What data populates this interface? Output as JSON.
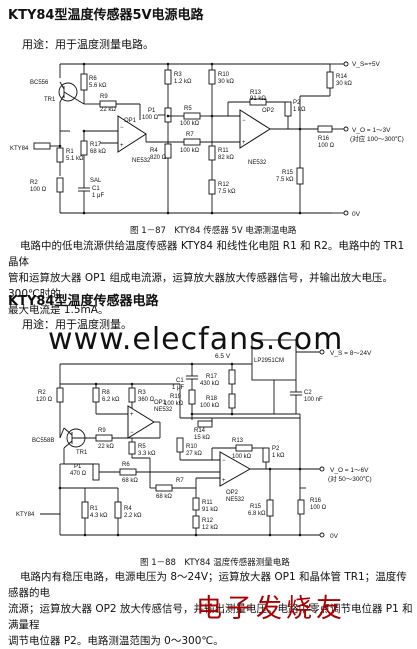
{
  "section1": {
    "title": "KTY84型温度传感器5V电源电路",
    "usage": "用途：用于温度测量电路。",
    "caption": "图 1－87　KTY84 传感器 5V 电源测温电路",
    "labels": {
      "vs": "V_S=+5V",
      "bc556": "BC556",
      "tr1": "TR1",
      "r6": "R6",
      "r6v": "5.6 kΩ",
      "r9": "R9",
      "r9v": "22 kΩ",
      "kty84": "KTY84",
      "r1": "R1",
      "r1v": "5.1 kΩ",
      "r17": "R17",
      "r17v": "68 kΩ",
      "op1": "OP1",
      "ne532a": "NE532",
      "r2": "R2",
      "r2v": "100 Ω",
      "sal": "SAL",
      "c1": "C1",
      "c1v": "1 μF",
      "r3": "R3",
      "r3v": "1.2 kΩ",
      "p1": "P1",
      "p1v": "100 Ω",
      "r4": "R4",
      "r4v": "820 Ω",
      "r5": "R5",
      "r5v": "100 kΩ",
      "r7": "R7",
      "r7v": "100 kΩ",
      "r10": "R10",
      "r10v": "30 kΩ",
      "r11": "R11",
      "r11v": "82 kΩ",
      "r12": "R12",
      "r12v": "7.5 kΩ",
      "r13": "R13",
      "r13v": "91 kΩ",
      "p2": "P2",
      "p2v": "1 kΩ",
      "op2": "OP2",
      "ne532b": "NE532",
      "r14": "R14",
      "r14v": "30 kΩ",
      "r15": "R15",
      "r15v": "7.5 kΩ",
      "r16": "R16",
      "r16v": "100 Ω",
      "vo": "V_O = 1～3V",
      "vo2": "(对应 100～300℃)",
      "zero": "0V"
    }
  },
  "paragraph1": [
    "电路中的低电流源供给温度传感器 KTY84 和线性化电阻 R1 和 R2。电路中的 TR1 晶体",
    "管和运算放大器 OP1 组成电流源，运算放大器放大传感器信号，并输出放大电压。300℃时的",
    "最大电流是 1.5mA。"
  ],
  "section2": {
    "title": "KTY84型温度传感器电路",
    "usage": "用途：用于温度测量。",
    "watermark": "www.elecfans.com",
    "caption": "图 1－88　KTY84 温度传感器测量电路",
    "labels": {
      "v65": "6.5 V",
      "lp2951": "LP2951CM",
      "vs": "V_S = 8～24V",
      "r17": "R17",
      "r17v": "430 kΩ",
      "r18": "R18",
      "r18v": "100 kΩ",
      "r19": "R19",
      "r19v": "100 kΩ",
      "c1": "C1",
      "c1v": "1 μF",
      "c2": "C2",
      "c2v": "100 nF",
      "r2": "R2",
      "r2v": "120 Ω",
      "r8": "R8",
      "r8v": "6.2 kΩ",
      "r3": "R3",
      "r3v": "360 Ω",
      "op1": "OP1",
      "ne532a": "NE532",
      "bc558": "BC558B",
      "tr1": "TR1",
      "r9": "R9",
      "r9v": "22 kΩ",
      "r5": "R5",
      "r5v": "3.3 kΩ",
      "r14": "R14",
      "r14v": "15 kΩ",
      "r10": "R10",
      "r10v": "27 kΩ",
      "p1": "P1",
      "p1v": "470 Ω",
      "r6": "R6",
      "r6v": "68 kΩ",
      "r13": "R13",
      "r13v": "100 kΩ",
      "p2": "P2",
      "p2v": "1 kΩ",
      "op2": "OP2",
      "ne532b": "NE532",
      "r7": "R7",
      "r7v": "68 kΩ",
      "r11": "R11",
      "r11v": "91 kΩ",
      "kty84": "KTY84",
      "r1": "R1",
      "r1v": "4.3 kΩ",
      "r4": "R4",
      "r4v": "2.2 kΩ",
      "r12": "R12",
      "r12v": "12 kΩ",
      "r15": "R15",
      "r15v": "6.8 kΩ",
      "r16": "R16",
      "r16v": "100 Ω",
      "vo": "V_O = 1～6V",
      "vo2": "(对 50～300℃)",
      "zero": "0V"
    }
  },
  "paragraph2": [
    "电路内有稳压电路，电源电压为 8～24V；运算放大器 OP1 和晶体管 TR1；温度传感器的电",
    "流源；运算放大器 OP2 放大传感信号，并输出测量电压。电路中零点调节电位器 P1 和满量程",
    "调节电位器 P2。电路测温范围为 0～300℃。"
  ],
  "footer_stamp": "电子发烧友"
}
